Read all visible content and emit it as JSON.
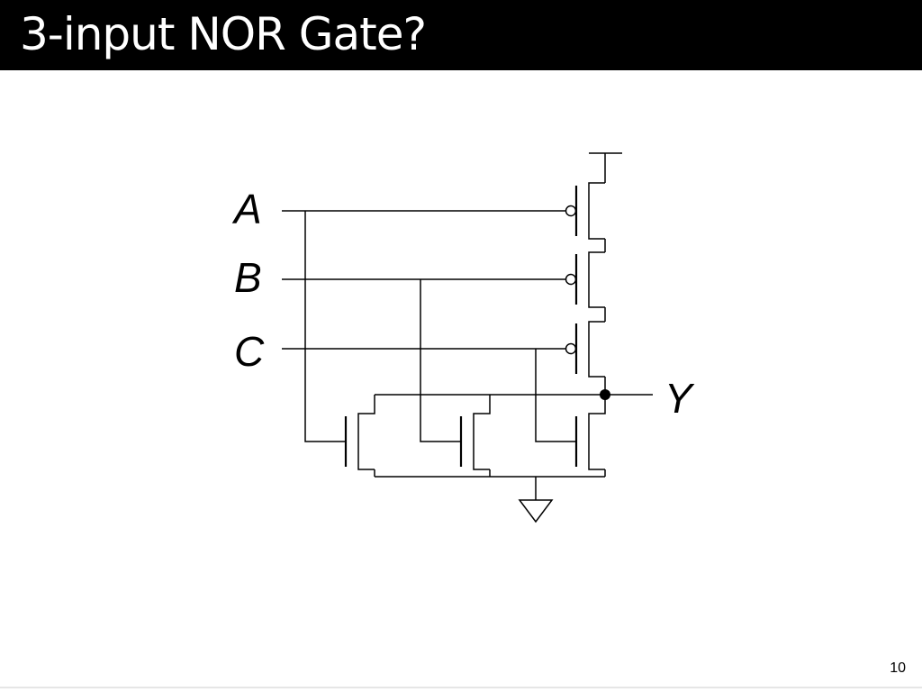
{
  "slide": {
    "title": "3-input NOR Gate?",
    "page_number": "10"
  },
  "schematic": {
    "inputs": [
      "A",
      "B",
      "C"
    ],
    "output": "Y"
  },
  "colors": {
    "title_bar": "#000000",
    "title_text": "#ffffff",
    "wire": "#000000"
  }
}
